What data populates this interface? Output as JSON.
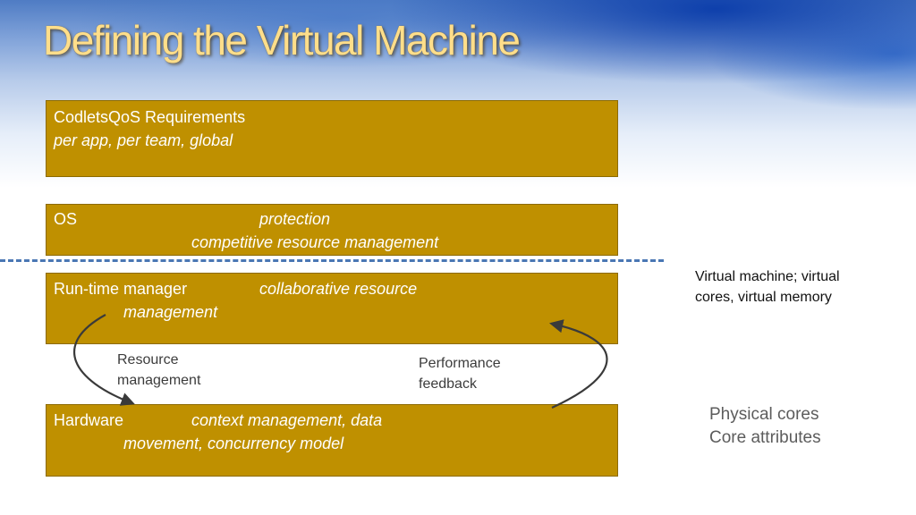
{
  "slide": {
    "title": "Defining the Virtual Machine"
  },
  "boxes": {
    "codelets": {
      "line1": "CodletsQoS Requirements",
      "line2": "per app, per team, global"
    },
    "os": {
      "label": "OS",
      "line1_italic": "protection",
      "line2_italic": "competitive resource management"
    },
    "runtime": {
      "label": "Run-time manager",
      "line1_italic": "collaborative resource",
      "line2_italic": "management"
    },
    "hardware": {
      "label": "Hardware",
      "line1_italic": "context management, data",
      "line2_italic": "movement, concurrency model"
    }
  },
  "side_notes": {
    "virtual": [
      "Virtual machine; virtual",
      "cores, virtual memory"
    ],
    "physical": [
      "Physical cores",
      "Core attributes"
    ]
  },
  "arrows": {
    "resource_label": [
      "Resource",
      "management"
    ],
    "performance_label": [
      "Performance",
      "feedback"
    ]
  },
  "colors": {
    "box_fill": "#bf9000",
    "title": "#ffde8a",
    "divider": "#4a77b4",
    "arrow": "#3a3a3a"
  }
}
